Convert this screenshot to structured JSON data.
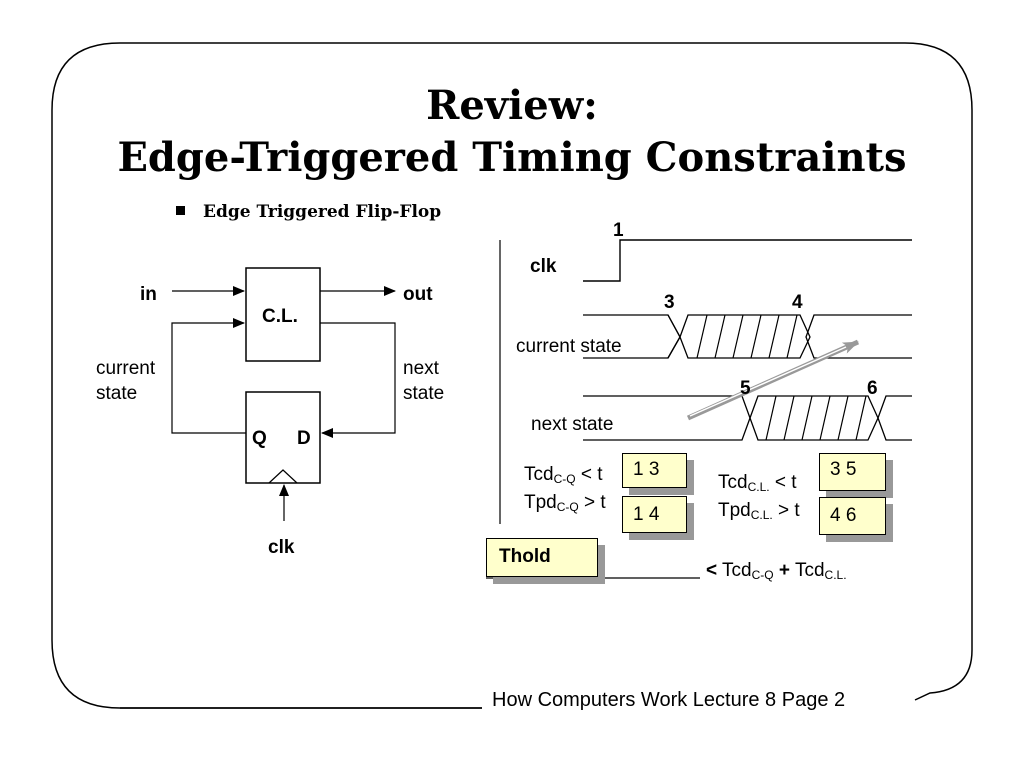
{
  "title": {
    "line1": "Review:",
    "line2": "Edge-Triggered Timing Constraints"
  },
  "bullet": "Edge Triggered Flip-Flop",
  "circuit": {
    "in": "in",
    "out": "out",
    "cl": "C.L.",
    "current_state": [
      "current",
      "state"
    ],
    "next_state": [
      "next",
      "state"
    ],
    "q": "Q",
    "d": "D",
    "clk": "clk"
  },
  "timing": {
    "clk": "clk",
    "current_state": "current state",
    "next_state": "next state",
    "markers": {
      "m1": "1",
      "m3": "3",
      "m4": "4",
      "m5": "5",
      "m6": "6"
    }
  },
  "equations": {
    "tcd": "Tcd",
    "tpd": "Tpd",
    "sub_cq": "C-Q",
    "sub_cl": "C.L.",
    "lt_t": " < t",
    "gt_t": " > t",
    "box_13": "1 3",
    "box_14": "1 4",
    "box_35": "3 5",
    "box_46": "4 6",
    "thold": "Thold",
    "hold_lt": "<",
    "plus": "+"
  },
  "footer": "How Computers Work Lecture 8 Page 2"
}
